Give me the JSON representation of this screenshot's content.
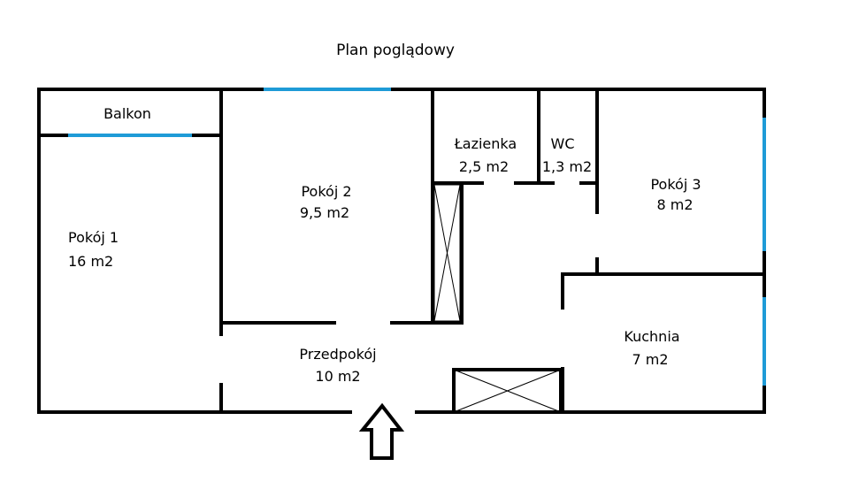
{
  "title": "Plan poglądowy",
  "window_color": "#1e9bd7",
  "wall_color": "#000000",
  "rooms": [
    {
      "id": "balkon",
      "name": "Balkon",
      "area": ""
    },
    {
      "id": "pokoj1",
      "name": "Pokój 1",
      "area": "16 m2"
    },
    {
      "id": "pokoj2",
      "name": "Pokój 2",
      "area": "9,5 m2"
    },
    {
      "id": "lazienka",
      "name": "Łazienka",
      "area": "2,5 m2"
    },
    {
      "id": "wc",
      "name": "WC",
      "area": "1,3 m2"
    },
    {
      "id": "pokoj3",
      "name": "Pokój 3",
      "area": "8 m2"
    },
    {
      "id": "kuchnia",
      "name": "Kuchnia",
      "area": "7 m2"
    },
    {
      "id": "przedpokoj",
      "name": "Przedpokój",
      "area": "10 m2"
    }
  ],
  "entrance_icon": "up-arrow-icon"
}
